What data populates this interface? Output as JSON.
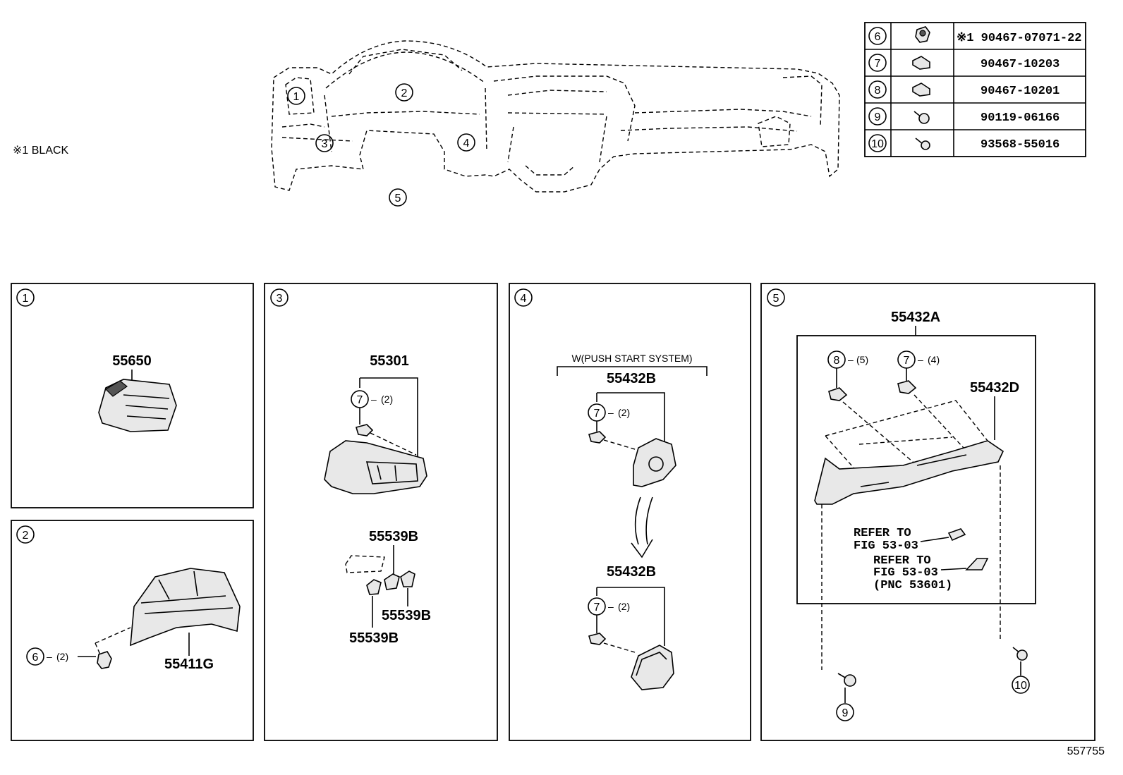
{
  "note": "※1 BLACK",
  "diagram_number": "557755",
  "main_view": {
    "callouts": [
      "1",
      "2",
      "3",
      "4",
      "5"
    ]
  },
  "fastener_table": [
    {
      "ref": "6",
      "part": "※1 90467-07071-22",
      "icon": "clip-icon"
    },
    {
      "ref": "7",
      "part": "90467-10203",
      "icon": "clip-icon"
    },
    {
      "ref": "8",
      "part": "90467-10201",
      "icon": "clip-icon"
    },
    {
      "ref": "9",
      "part": "90119-06166",
      "icon": "bolt-icon"
    },
    {
      "ref": "10",
      "part": "93568-55016",
      "icon": "screw-icon"
    }
  ],
  "panel1": {
    "ref": "1",
    "part": "55650"
  },
  "panel2": {
    "ref": "2",
    "part": "55411G",
    "fastener": {
      "ref": "6",
      "qty": "(2)"
    }
  },
  "panel3": {
    "ref": "3",
    "part_top": "55301",
    "fastener": {
      "ref": "7",
      "qty": "(2)"
    },
    "part_a": "55539B",
    "part_b": "55539B",
    "part_c": "55539B"
  },
  "panel4": {
    "ref": "4",
    "condition": "W(PUSH START SYSTEM)",
    "part_top": "55432B",
    "fastener_top": {
      "ref": "7",
      "qty": "(2)"
    },
    "part_bottom": "55432B",
    "fastener_bottom": {
      "ref": "7",
      "qty": "(2)"
    }
  },
  "panel5": {
    "ref": "5",
    "part_assy": "55432A",
    "part_box": "55432D",
    "fastener_a": {
      "ref": "8",
      "qty": "(5)"
    },
    "fastener_b": {
      "ref": "7",
      "qty": "(4)"
    },
    "refer1": [
      "REFER TO",
      "FIG 53-03"
    ],
    "refer2": [
      "REFER TO",
      "FIG 53-03",
      "(PNC 53601)"
    ],
    "bolt": {
      "ref": "9"
    },
    "screw": {
      "ref": "10"
    }
  }
}
